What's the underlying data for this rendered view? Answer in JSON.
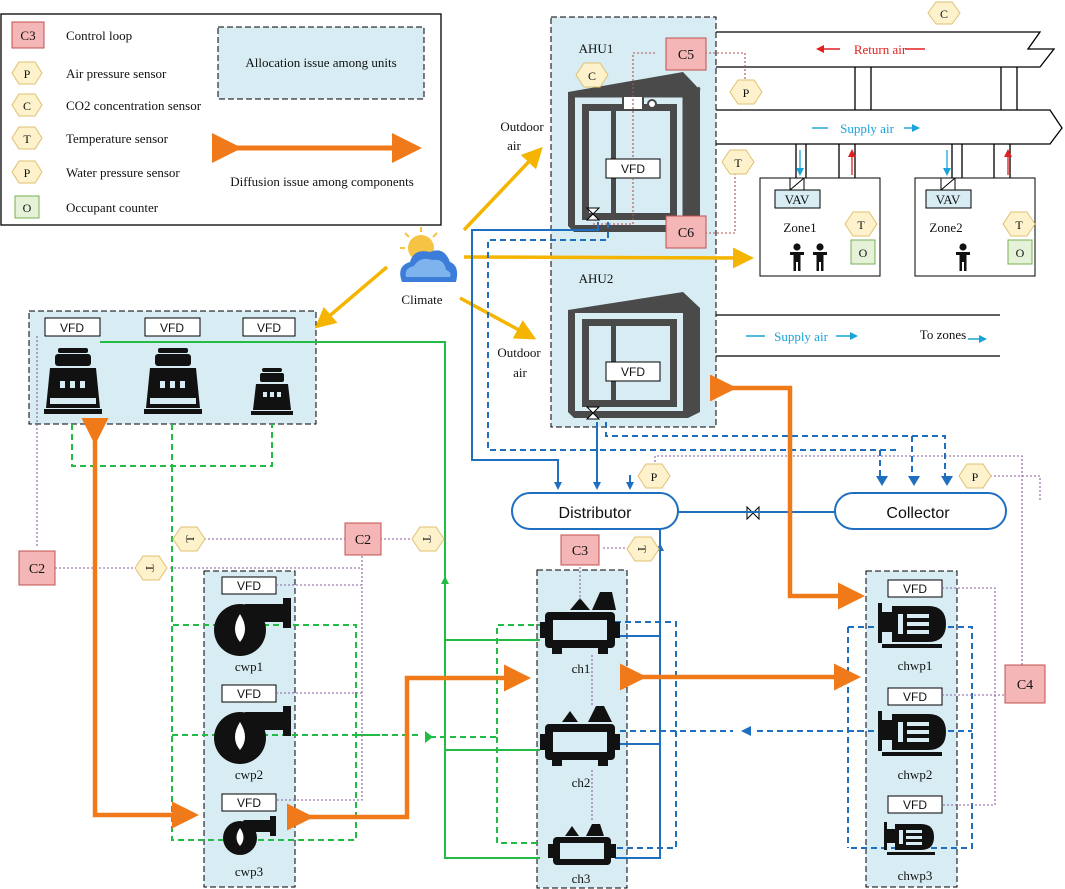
{
  "legend": {
    "items": [
      {
        "symbol": "C3",
        "label": "Control loop"
      },
      {
        "symbol": "P",
        "label": "Air pressure sensor"
      },
      {
        "symbol": "C",
        "label": "CO2 concentration sensor"
      },
      {
        "symbol": "T",
        "label": "Temperature sensor"
      },
      {
        "symbol": "P",
        "label": "Water pressure sensor"
      },
      {
        "symbol": "O",
        "label": "Occupant counter"
      }
    ],
    "allocation_issue": "Allocation issue among units",
    "diffusion_issue": "Diffusion issue among components"
  },
  "labels": {
    "ahu1": "AHU1",
    "ahu2": "AHU2",
    "outdoor_air_1": "Outdoor",
    "outdoor_air_2": "air",
    "climate": "Climate",
    "return_air": "Return air",
    "supply_air": "Supply air",
    "to_zones": "To zones",
    "zone1": "Zone1",
    "zone2": "Zone2",
    "vav": "VAV",
    "vfd": "VFD",
    "distributor": "Distributor",
    "collector": "Collector",
    "cwp1": "cwp1",
    "cwp2": "cwp2",
    "cwp3": "cwp3",
    "ch1": "ch1",
    "ch2": "ch2",
    "ch3": "ch3",
    "chwp1": "chwp1",
    "chwp2": "chwp2",
    "chwp3": "chwp3"
  },
  "control_loops": {
    "c2_left": "C2",
    "c2_mid": "C2",
    "c3": "C3",
    "c4": "C4",
    "c5": "C5",
    "c6": "C6"
  },
  "sensors": {
    "c": "C",
    "p": "P",
    "t": "T",
    "o": "O"
  },
  "colors": {
    "control_fill": "#f4b6b6",
    "control_stroke": "#c0504d",
    "sensor_fill": "#fdf2cc",
    "panel_fill": "#d7edf3",
    "orange": "#f07a1a",
    "yellow": "#f4b400",
    "green": "#22bb44",
    "blue": "#1f6fc0",
    "cyan": "#1aa3d9",
    "red": "#e02020",
    "purple": "#8e5ea2",
    "brown": "#b05050"
  }
}
